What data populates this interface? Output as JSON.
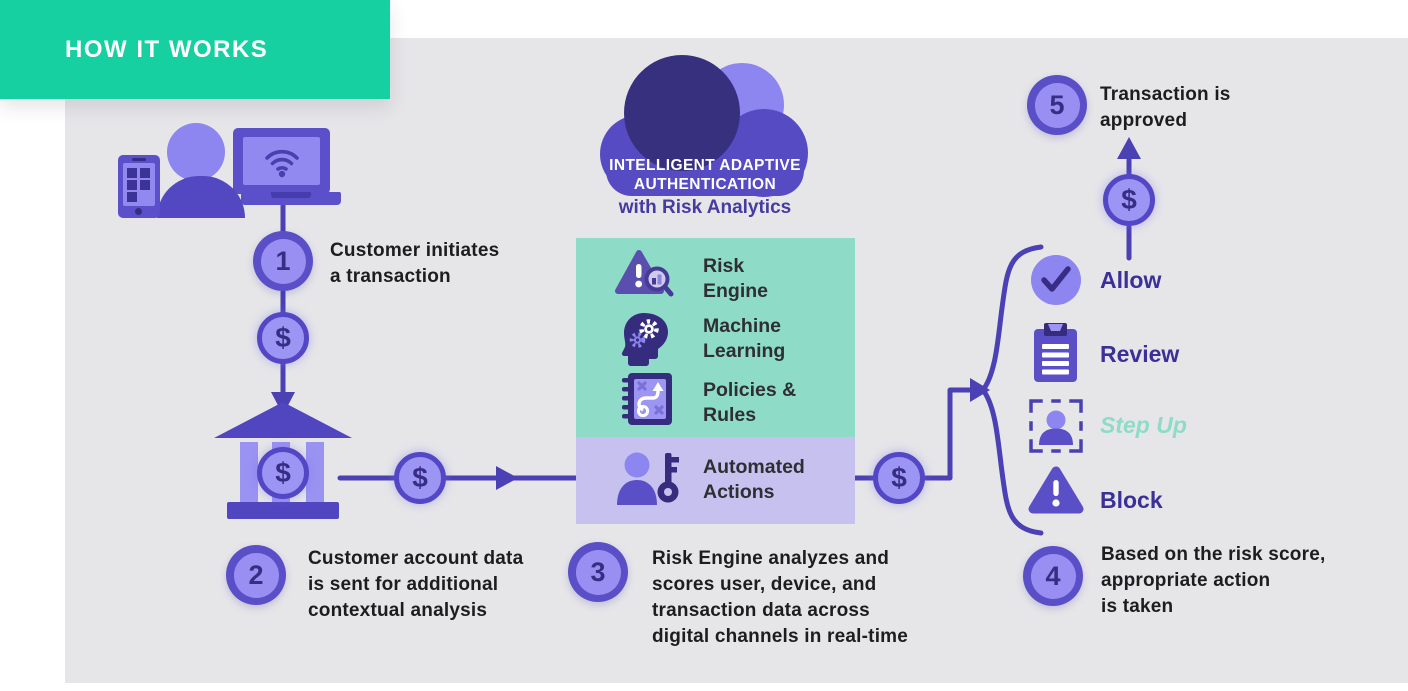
{
  "header": {
    "title": "HOW IT WORKS"
  },
  "cloud": {
    "title": "INTELLIGENT ADAPTIVE\nAUTHENTICATION",
    "subtitle": "with Risk Analytics"
  },
  "steps": [
    {
      "num": "1",
      "text": "Customer initiates\na transaction"
    },
    {
      "num": "2",
      "text": "Customer account data\nis sent for additional\ncontextual analysis"
    },
    {
      "num": "3",
      "text": "Risk Engine analyzes and\nscores user, device, and\ntransaction data across\ndigital channels in real-time"
    },
    {
      "num": "4",
      "text": "Based on the risk score,\nappropriate action\nis taken"
    },
    {
      "num": "5",
      "text": "Transaction is\napproved"
    }
  ],
  "engine_box": {
    "items": [
      {
        "label": "Risk\nEngine",
        "icon": "risk-engine-icon"
      },
      {
        "label": "Machine\nLearning",
        "icon": "machine-learning-icon"
      },
      {
        "label": "Policies &\nRules",
        "icon": "policies-rules-icon"
      }
    ],
    "automated": {
      "label": "Automated\nActions",
      "icon": "automated-actions-icon"
    }
  },
  "actions": [
    {
      "label": "Allow",
      "icon": "checkmark-icon"
    },
    {
      "label": "Review",
      "icon": "clipboard-icon"
    },
    {
      "label": "Step Up",
      "icon": "user-scan-icon"
    },
    {
      "label": "Block",
      "icon": "warning-triangle-icon"
    }
  ],
  "symbols": {
    "dollar": "$"
  },
  "colors": {
    "teal": "#17d0a2",
    "background_gray": "#e6e6e9",
    "purple": "#5b4fc8",
    "light_purple": "#9189f0",
    "navy": "#372d85",
    "mint_box": "#8edcc8",
    "lavender_box": "#c7c1f0",
    "label_navy": "#3b3097",
    "stepup_mint": "#8edcc8"
  }
}
